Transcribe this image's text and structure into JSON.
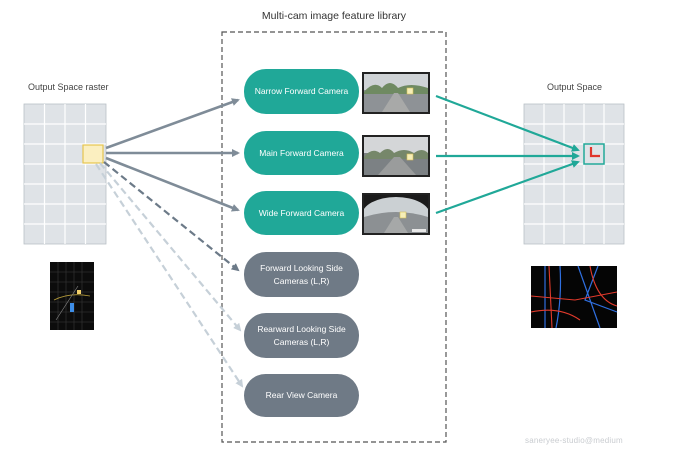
{
  "title": "Multi-cam image feature library",
  "left_panel": {
    "label": "Output Space raster"
  },
  "right_panel": {
    "label": "Output Space"
  },
  "cameras": [
    {
      "label": "Narrow Forward Camera",
      "active": true
    },
    {
      "label": "Main Forward Camera",
      "active": true
    },
    {
      "label": "Wide Forward Camera",
      "active": true
    },
    {
      "label": "Forward Looking Side Cameras (L,R)",
      "active": false
    },
    {
      "label": "Rearward Looking Side Cameras (L,R)",
      "active": false
    },
    {
      "label": "Rear View Camera",
      "active": false
    }
  ],
  "watermark": "saneryee-studio@medium",
  "colors": {
    "teal": "#20a898",
    "slate": "#6f7a86",
    "arrow_solid": "#7f8c98",
    "arrow_dashed_dark": "#6c7a88",
    "arrow_dashed_light": "#c6d0d8",
    "grid_fill": "#dfe3e7",
    "grid_line": "#ffffff",
    "highlight_fill": "#fbefc0",
    "highlight_stroke": "#e6c54f",
    "marker_red": "#e0362c"
  }
}
